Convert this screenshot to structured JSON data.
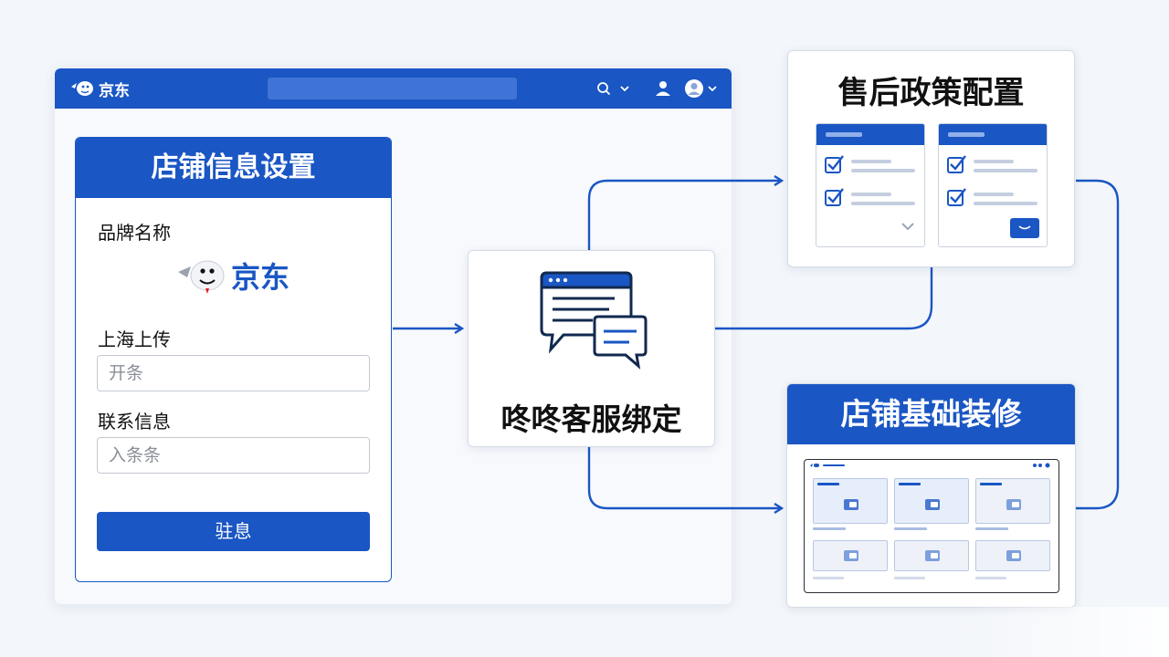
{
  "app": {
    "brand": "京东"
  },
  "store_form": {
    "title": "店铺信息设置",
    "brand_label": "品牌名称",
    "brand_logo_text": "京东",
    "location_label": "上海上传",
    "location_value": "开条",
    "contact_label": "联系信息",
    "contact_value": "入条条",
    "submit_label": "驻息"
  },
  "customer_service": {
    "title": "咚咚客服绑定"
  },
  "after_sales": {
    "title": "售后政策配置"
  },
  "decoration": {
    "title": "店铺基础装修"
  },
  "colors": {
    "accent": "#1a56c4",
    "background": "#f3f6fa"
  },
  "icons": [
    "jd-dog-icon",
    "search-icon",
    "chevron-down-icon",
    "user-icon",
    "avatar-icon",
    "chat-window-icon",
    "checkbox-checked-icon"
  ]
}
